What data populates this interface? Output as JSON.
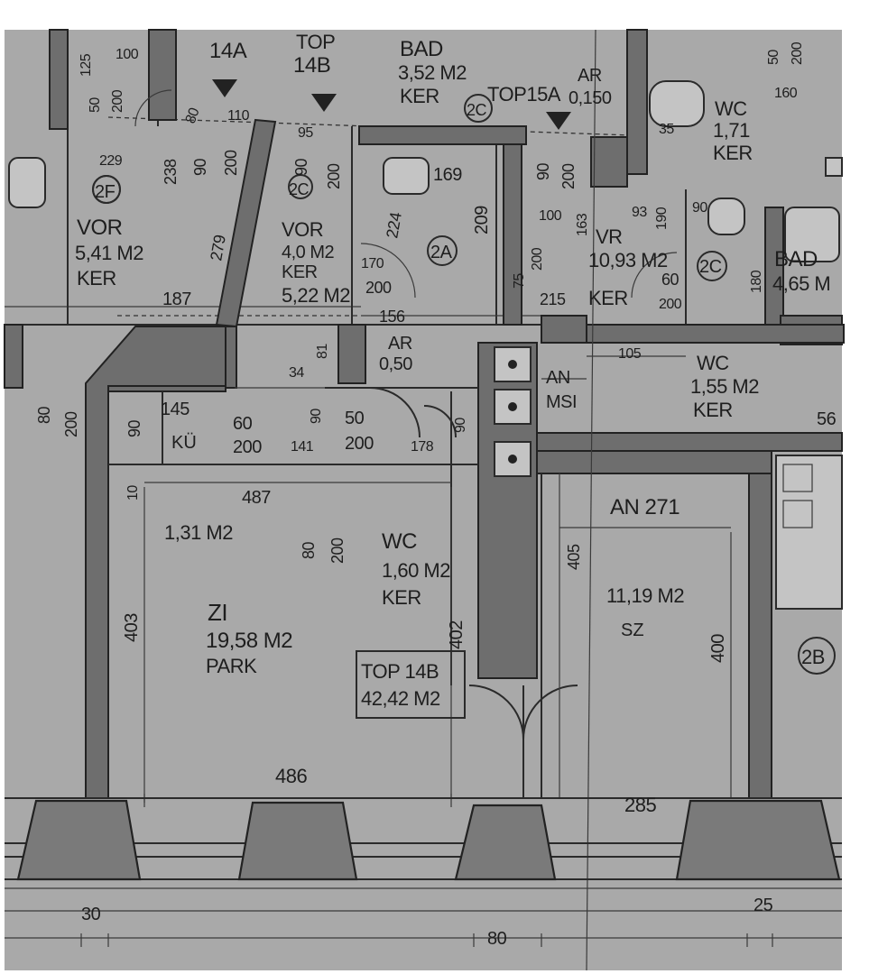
{
  "rooms": {
    "top14a": "14A",
    "top14b_label": "TOP",
    "top14b": "14B",
    "bad_top": "BAD",
    "bad_top_area": "3,52 M2",
    "bad_top_floor": "KER",
    "top15a": "TOP15A",
    "ar_top": "AR",
    "ar_top_area": "0,150",
    "wc_top": "WC",
    "wc_top_area": "1,71",
    "wc_top_floor": "KER",
    "vor_left": "VOR",
    "vor_left_area": "5,41 M2",
    "vor_left_floor": "KER",
    "vor_mid": "VOR",
    "vor_mid_area": "4,0 M2",
    "vor_mid_floor": "KER",
    "vor_mid_area2": "5,22 M2",
    "vr": "VR",
    "vr_area": "10,93 M2",
    "vr_floor": "KER",
    "bad_right": "BAD",
    "bad_right_area": "4,65 M",
    "ar_mid": "AR",
    "ar_mid_area": "0,50",
    "an_msi": "AN",
    "an_msi2": "MSI",
    "wc_mid": "WC",
    "wc_mid_area": "1,55 M2",
    "wc_mid_floor": "KER",
    "ku": "KÜ",
    "ku_area": "1,31 M2",
    "wc_main": "WC",
    "wc_main_area": "1,60 M2",
    "wc_main_floor": "KER",
    "zi": "ZI",
    "zi_area": "19,58  M2",
    "zi_floor": "PARK",
    "top_box_title": "TOP 14B",
    "top_box_area": "42,42 M2",
    "an_271": "AN 271",
    "sz_area": "11,19  M2",
    "sz": "SZ"
  },
  "tags": {
    "tag_2f": "2F",
    "tag_2c_a": "2C",
    "tag_2c_b": "2C",
    "tag_2a": "2A",
    "tag_2c_c": "2C",
    "tag_2b": "2B"
  },
  "dims": {
    "d100": "100",
    "d125": "125",
    "d50a": "50",
    "d200a": "200",
    "d229": "229",
    "d238": "238",
    "d80a": "80",
    "d90a": "90",
    "d200b": "200",
    "d110": "110",
    "d95": "95",
    "d90b": "90",
    "d200c": "200",
    "d169": "169",
    "d224": "224",
    "d209": "209",
    "d90c": "90",
    "d200d": "200",
    "d100b": "100",
    "d163": "163",
    "d93": "93",
    "d190": "190",
    "d90d": "90",
    "d160": "160",
    "d35": "35",
    "d50top": "50",
    "d200top": "200",
    "d279": "279",
    "d187": "187",
    "d170": "170",
    "d200e": "200",
    "d156": "156",
    "d200f": "200",
    "d215": "215",
    "d60a": "60",
    "d200g": "200",
    "d180": "180",
    "d75": "75",
    "d81": "81",
    "d34": "34",
    "d105": "105",
    "d56": "56",
    "d80b": "80",
    "d200h": "200",
    "d145": "145",
    "d90e": "90",
    "d60b": "60",
    "d200i": "200",
    "d141": "141",
    "d50b": "50",
    "d200j": "200",
    "d178": "178",
    "d90f": "90",
    "d90g": "90",
    "d10": "10",
    "d487": "487",
    "d80c": "80",
    "d200k": "200",
    "d405": "405",
    "d403": "403",
    "d402": "402",
    "d400": "400",
    "d486": "486",
    "d285": "285",
    "d30": "30",
    "d80d": "80",
    "d25": "25"
  }
}
